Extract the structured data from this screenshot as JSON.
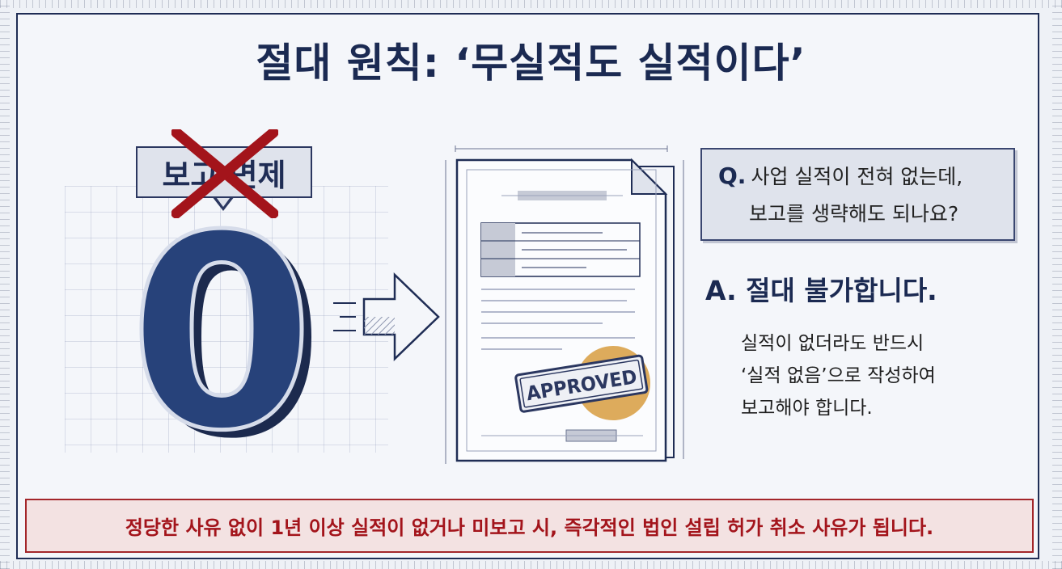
{
  "title": "절대 원칙: ‘무실적도 실적이다’",
  "illustration": {
    "bubble_text": "보고 면제",
    "zero_digit": "0",
    "stamp_text": "APPROVED"
  },
  "qa": {
    "question_mark": "Q.",
    "question_line1": "사업 실적이 전혀 없는데,",
    "question_line2": "보고를 생략해도 되나요?",
    "answer_title": "A. 절대 불가합니다.",
    "answer_lines": [
      "실적이 없더라도 반드시",
      "‘실적 없음’으로 작성하여",
      "보고해야 합니다."
    ]
  },
  "warning": "정당한 사유 없이 1년 이상 실적이 없거나 미보고 시, 즉각적인 법인 설립 허가 취소 사유가 됩니다.",
  "colors": {
    "navy": "#1f2d55",
    "red": "#a3141b",
    "stamp_gold": "#d9a24a"
  }
}
